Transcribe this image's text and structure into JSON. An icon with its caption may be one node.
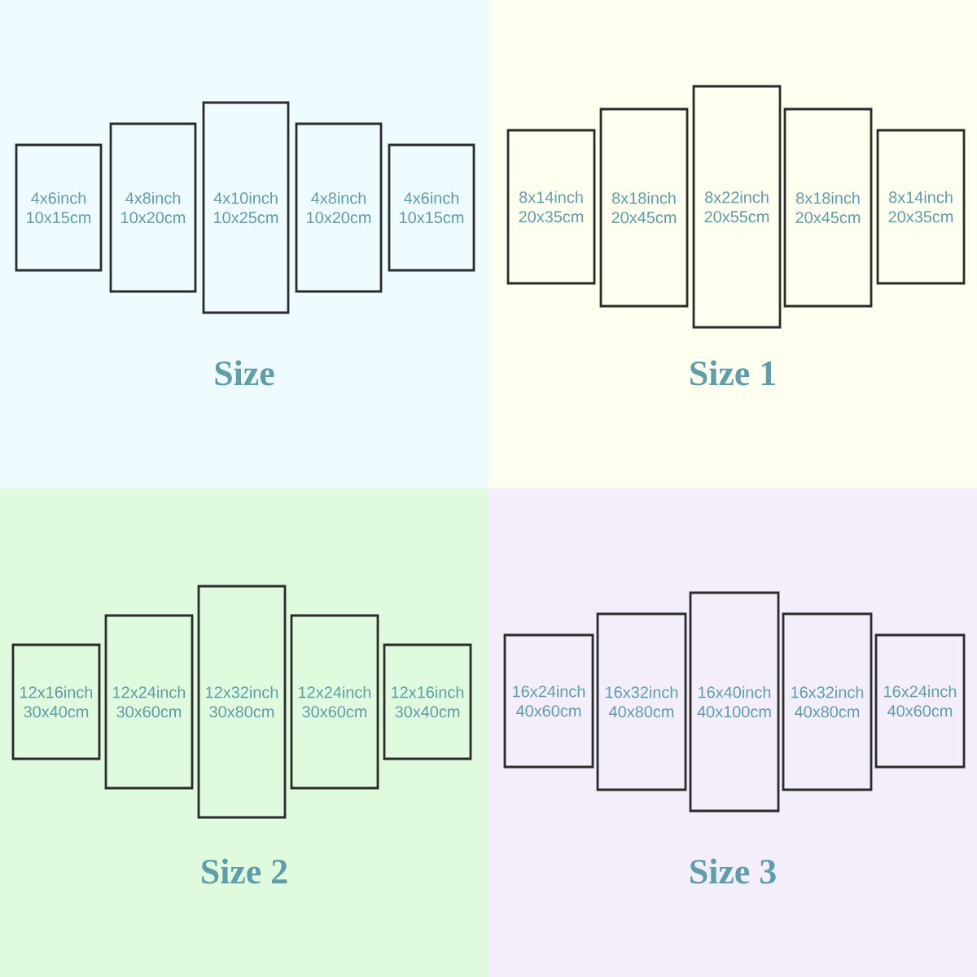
{
  "diagram": {
    "nodes": [
      {
        "text": [
          "Size"
        ]
      },
      {
        "text": [
          "4x6inch",
          "10x15cm"
        ],
        "in": 0
      },
      {
        "text": [
          "4x8inch",
          "10x20cm"
        ],
        "in": 0
      },
      {
        "text": [
          "4x10inch",
          "10x25cm"
        ],
        "in": 0
      },
      {
        "text": [
          "4x8inch",
          "10x20cm"
        ],
        "in": 0
      },
      {
        "text": [
          "4x6inch",
          "10x15cm"
        ],
        "in": 0
      },
      {
        "text": [
          "Size 1"
        ]
      },
      {
        "text": [
          "8x14inch",
          "20x35cm"
        ],
        "in": 6
      },
      {
        "text": [
          "8x18inch",
          "20x45cm"
        ],
        "in": 6
      },
      {
        "text": [
          "8x22inch",
          "20x55cm"
        ],
        "in": 6
      },
      {
        "text": [
          "8x18inch",
          "20x45cm"
        ],
        "in": 6
      },
      {
        "text": [
          "8x14inch",
          "20x35cm"
        ],
        "in": 6
      },
      {
        "text": [
          "Size 2"
        ]
      },
      {
        "text": [
          "12x16inch",
          "30x40cm"
        ],
        "in": 12
      },
      {
        "text": [
          "12x24inch",
          "30x60cm"
        ],
        "in": 12
      },
      {
        "text": [
          "12x32inch",
          "30x80cm"
        ],
        "in": 12
      },
      {
        "text": [
          "12x24inch",
          "30x60cm"
        ],
        "in": 12
      },
      {
        "text": [
          "12x16inch",
          "30x40cm"
        ],
        "in": 12
      },
      {
        "text": [
          "Size 3"
        ]
      },
      {
        "text": [
          "16x24inch",
          "40x60cm"
        ],
        "in": 18
      },
      {
        "text": [
          "16x32inch",
          "40x80cm"
        ],
        "in": 18
      },
      {
        "text": [
          "16x40inch",
          "40x100cm"
        ],
        "in": 18
      },
      {
        "text": [
          "16x32inch",
          "40x80cm"
        ],
        "in": 18
      },
      {
        "text": [
          "16x24inch",
          "40x60cm"
        ],
        "in": 18
      }
    ]
  }
}
